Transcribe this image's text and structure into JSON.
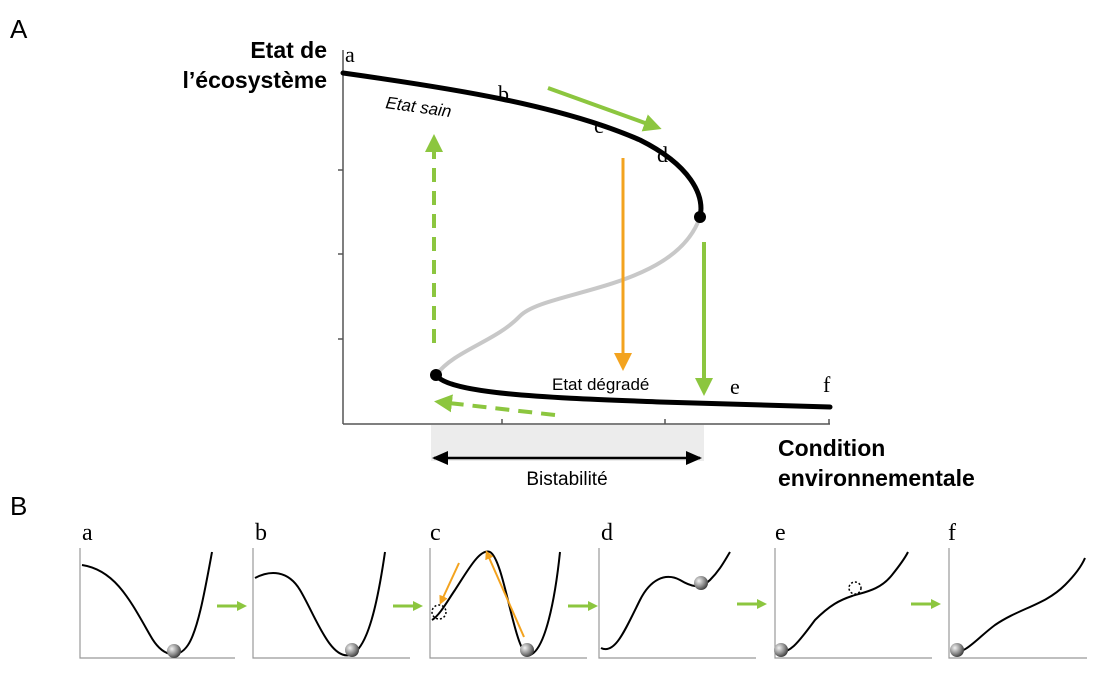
{
  "panel_a": {
    "panel_letter": "A",
    "y_axis_label": [
      "Etat de",
      "l’écosystème"
    ],
    "x_axis_label": [
      "Condition",
      "environnementale"
    ],
    "point_labels": {
      "a": "a",
      "b": "b",
      "c": "c",
      "d": "d",
      "e": "e",
      "f": "f"
    },
    "upper_branch_label": "Etat sain",
    "lower_branch_label": "Etat dégradé",
    "bistability_label": "Bistabilité"
  },
  "panel_b": {
    "panel_letter": "B",
    "frames": [
      {
        "label": "a",
        "marble": "solid"
      },
      {
        "label": "b",
        "marble": "solid"
      },
      {
        "label": "c",
        "marble": "solid-and-dashed"
      },
      {
        "label": "d",
        "marble": "solid"
      },
      {
        "label": "e",
        "marble": "solid-and-dashed"
      },
      {
        "label": "f",
        "marble": "solid"
      }
    ]
  },
  "colors": {
    "stable_branch": "#000000",
    "unstable_branch": "#c8c8c8",
    "green_arrow": "#8cc63f",
    "orange_arrow": "#f3a31f",
    "bistability_band": "#ececec"
  }
}
